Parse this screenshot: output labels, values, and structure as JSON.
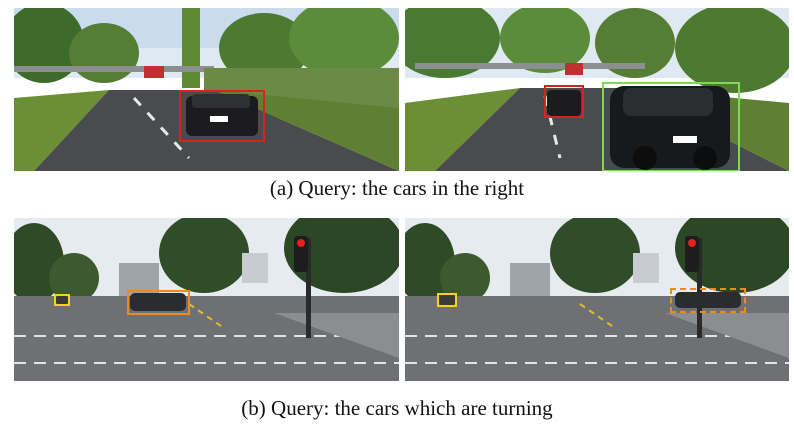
{
  "captions": {
    "a": "(a) Query: the cars in the right",
    "b": "(b) Query: the cars which are turning"
  },
  "colors": {
    "box_red": "#d8231c",
    "box_green": "#7ed957",
    "box_orange": "#f08a1c",
    "box_yellow": "#f5d21f"
  },
  "icons": [
    "car",
    "traffic-light",
    "tree",
    "road"
  ]
}
